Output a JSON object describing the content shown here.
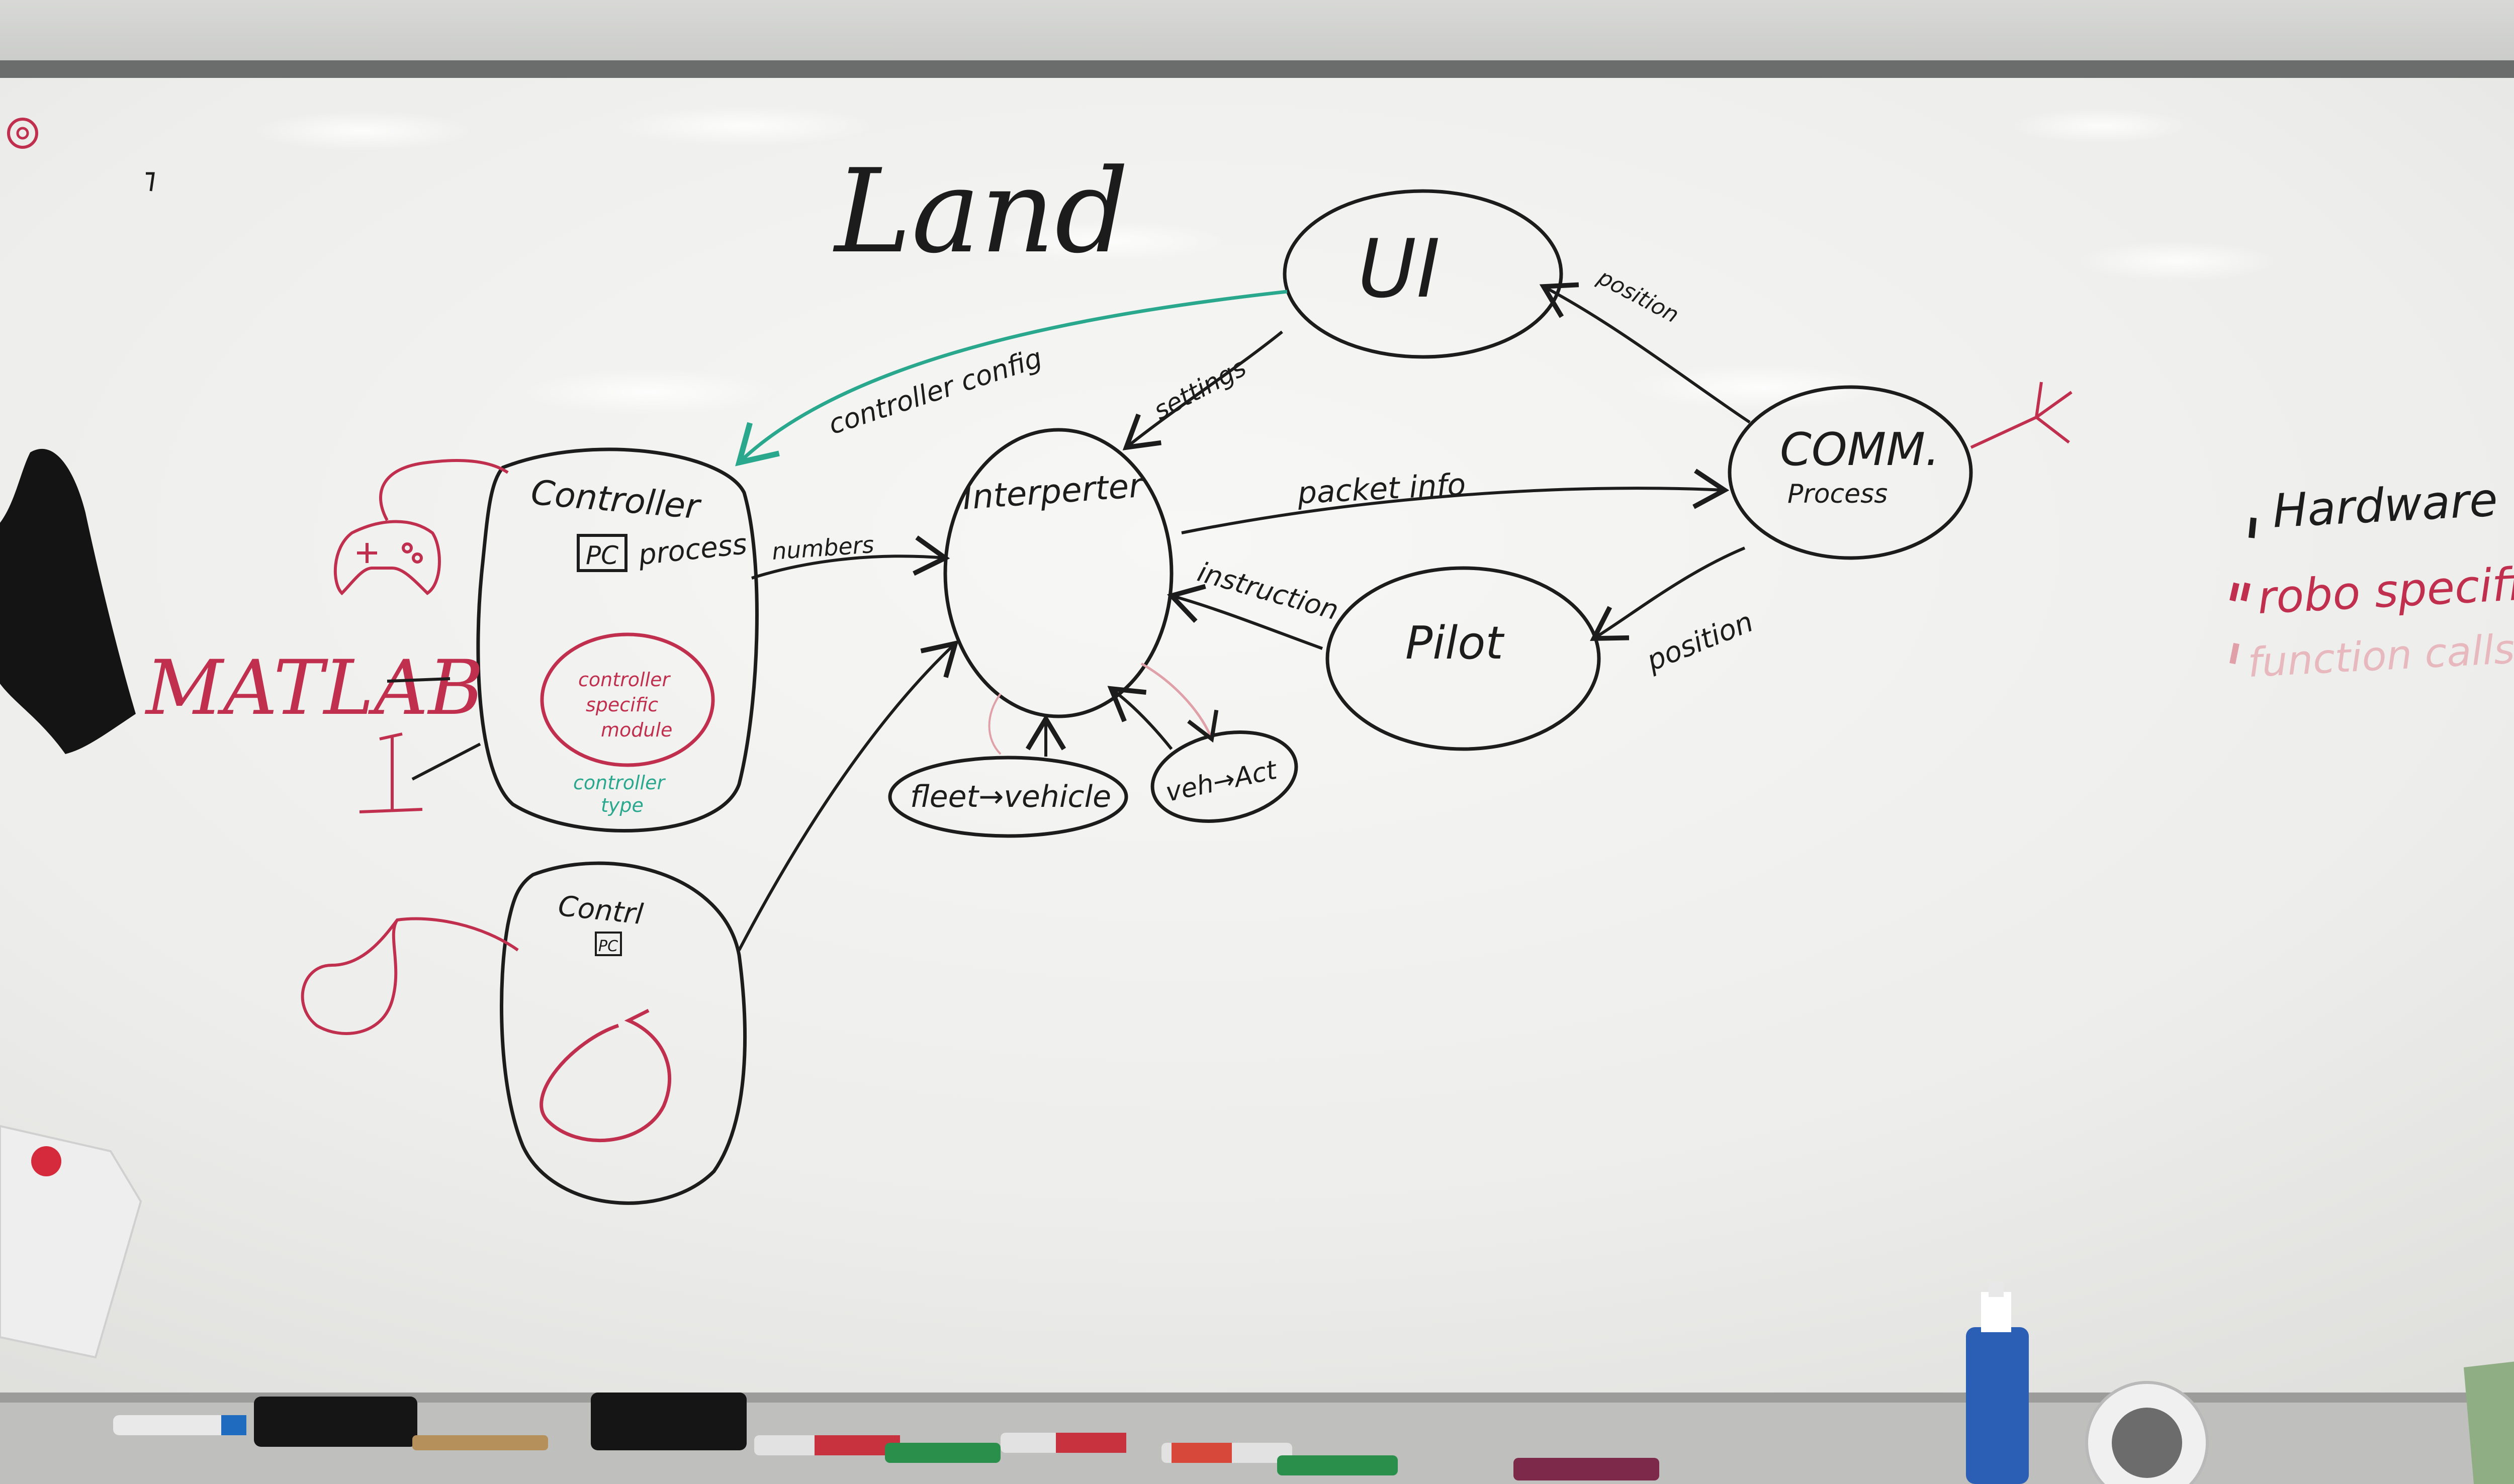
{
  "board": {
    "title": "Land",
    "nodes": {
      "ui": "UI",
      "interpreter": "Interperter",
      "controller": "Controller",
      "controller_pc_box": "PC",
      "controller_process": "process",
      "controller_module": [
        "controller",
        "specific",
        "module"
      ],
      "controller_type": [
        "controller",
        "type"
      ],
      "control2": "Contrl",
      "control2_pc": "PC",
      "comm": "COMM.",
      "comm_process": "Process",
      "pilot": "Pilot",
      "fleet": "fleet→vehicle",
      "veh": "veh→Act"
    },
    "edges": {
      "controller_config": "controller config",
      "settings": "settings",
      "position_top": "position",
      "packet_info": "packet info",
      "numbers": "numbers",
      "instruction": "instruction",
      "position_bottom": "position"
    },
    "matlab": "MATLAB",
    "legend": {
      "hardware": "Hardware",
      "robo_specific": "robo specific",
      "function_calls": "function calls"
    }
  },
  "colors": {
    "ink_black": "#1c1c1c",
    "ink_red": "#c0304e",
    "ink_teal": "#2aa88e",
    "ink_pink_faded": "#e0a0a8",
    "board": "#f1f1ef"
  }
}
